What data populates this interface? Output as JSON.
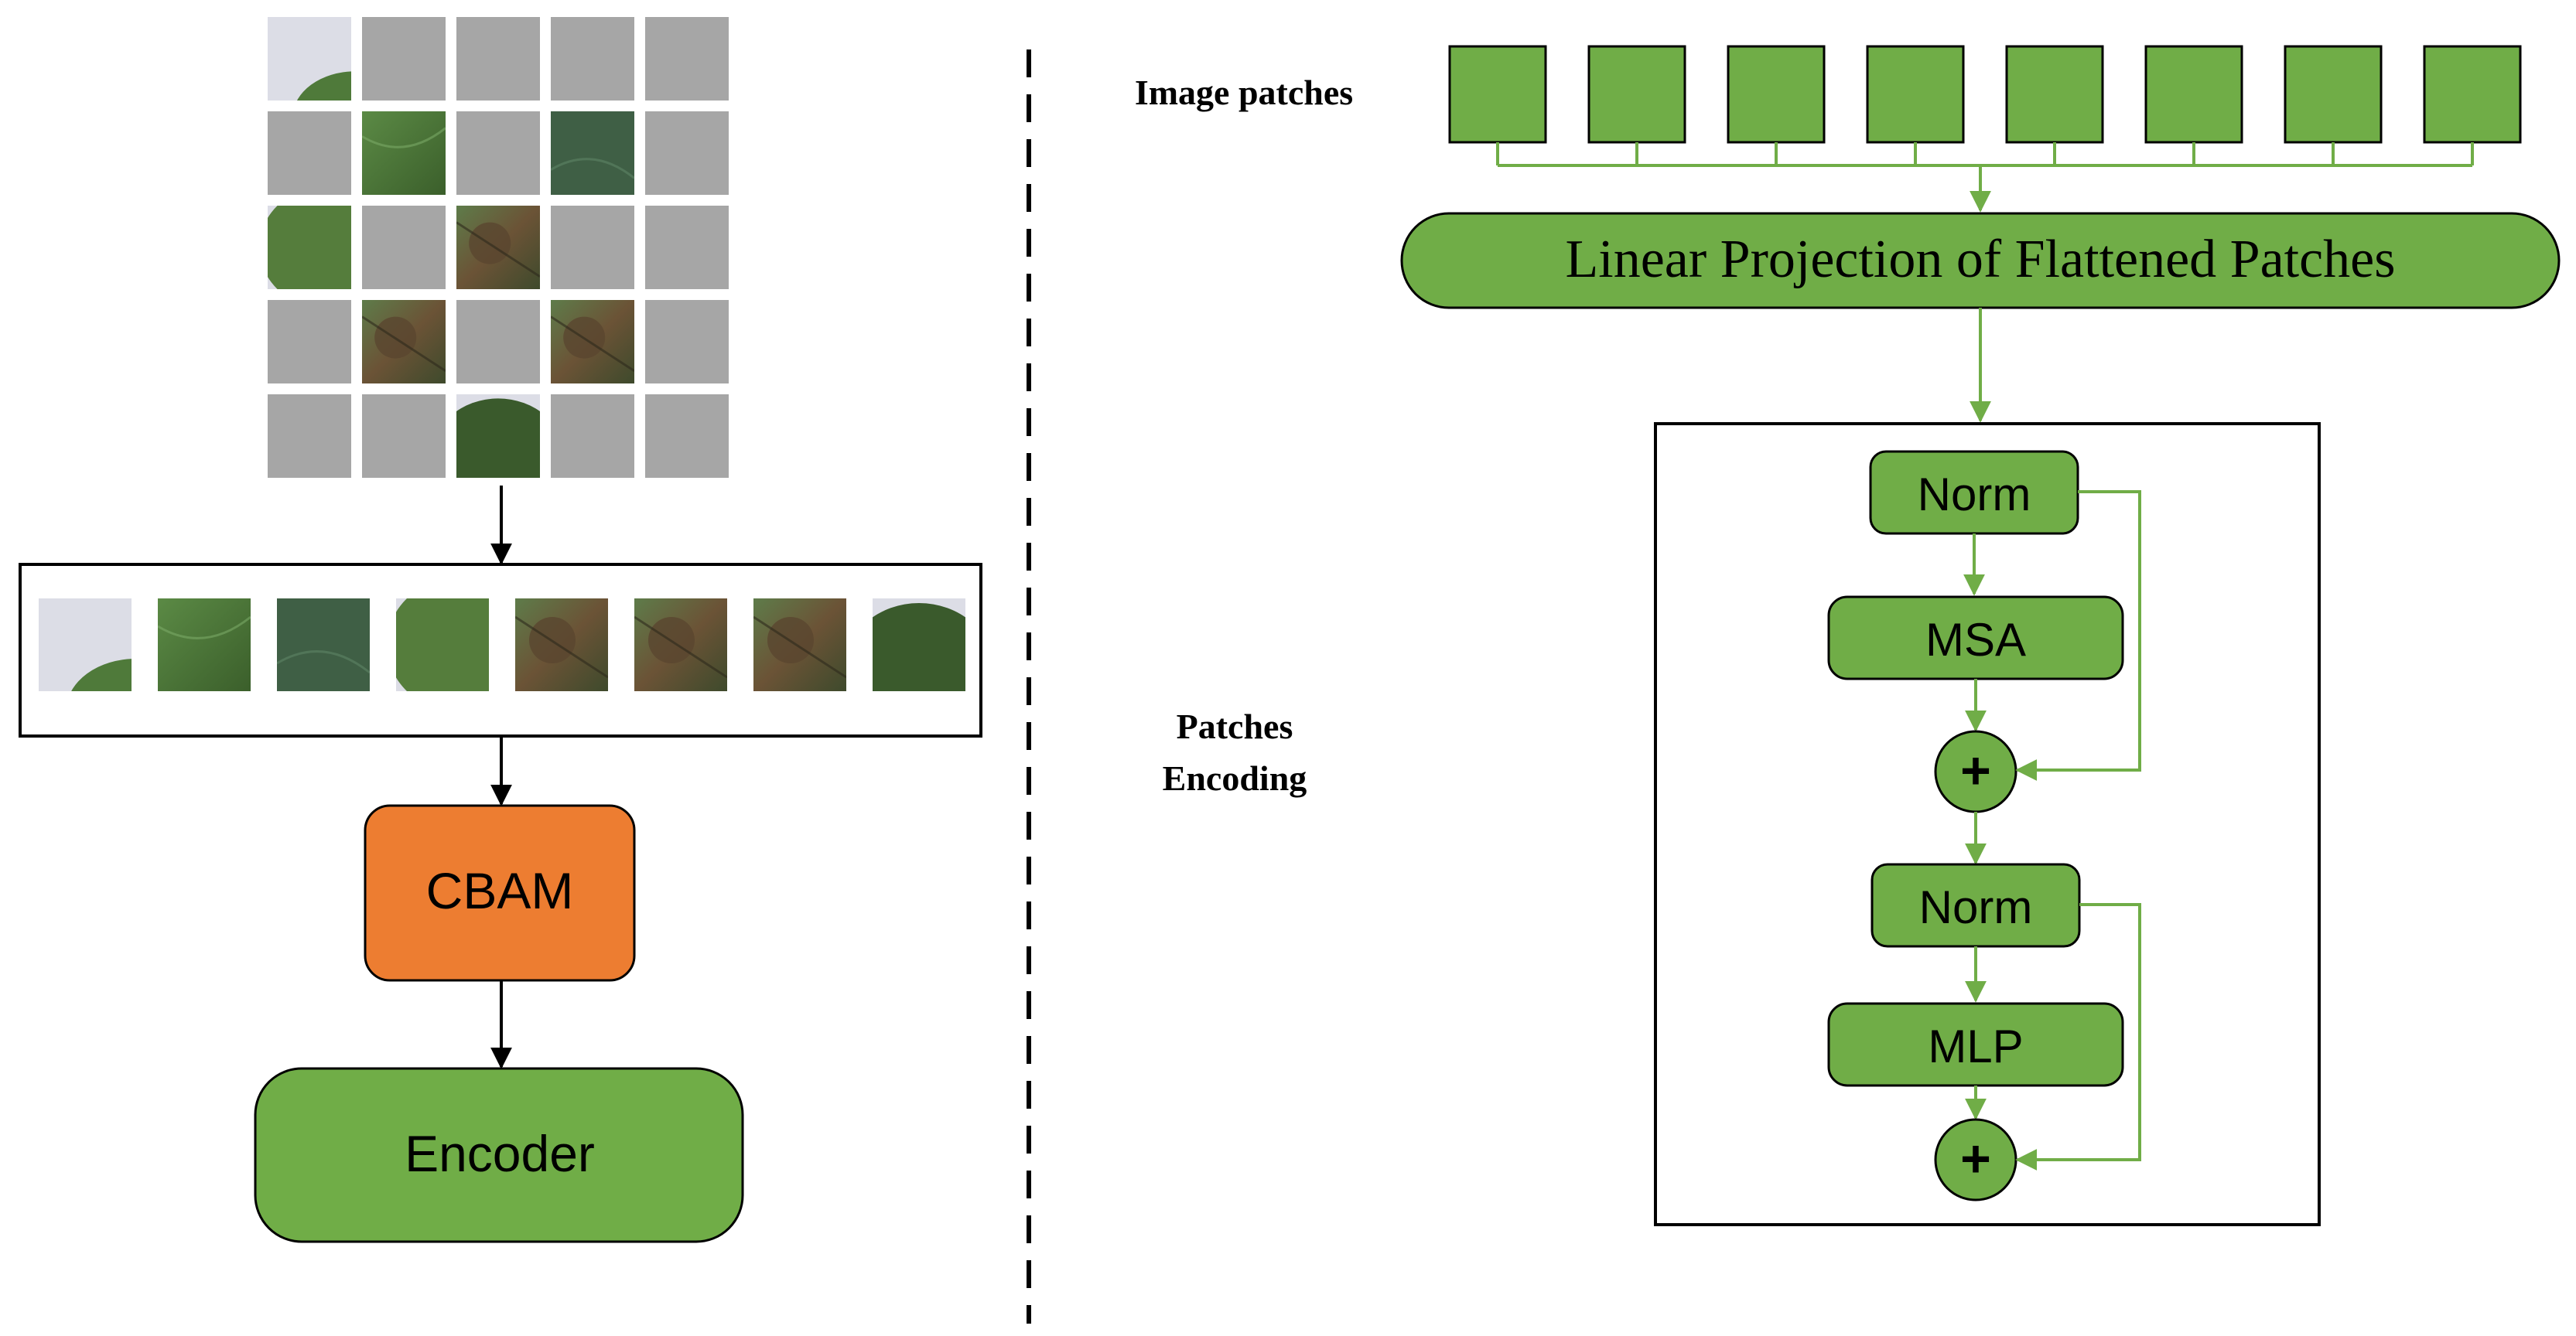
{
  "left": {
    "cbam_label": "CBAM",
    "encoder_label": "Encoder"
  },
  "right": {
    "image_patches_label": "Image patches",
    "patches_encoding_label_line1": "Patches",
    "patches_encoding_label_line2": "Encoding",
    "linear_projection_label": "Linear Projection of Flattened Patches",
    "norm1_label": "Norm",
    "msa_label": "MSA",
    "add1_label": "+",
    "norm2_label": "Norm",
    "mlp_label": "MLP",
    "add2_label": "+"
  },
  "colors": {
    "green_fill": "#70ad47",
    "green_stroke": "#507e32",
    "green_line": "#70ad47",
    "orange_fill": "#ed7d31",
    "gray_patch": "#a6a6a6",
    "leaf_dark": "#3d5a2c",
    "leaf_mid": "#4f7a3a",
    "leaf_brown": "#5a4630",
    "bg_light": "#dcdde6"
  },
  "icons": {
    "add_symbol": "plus-circle"
  }
}
